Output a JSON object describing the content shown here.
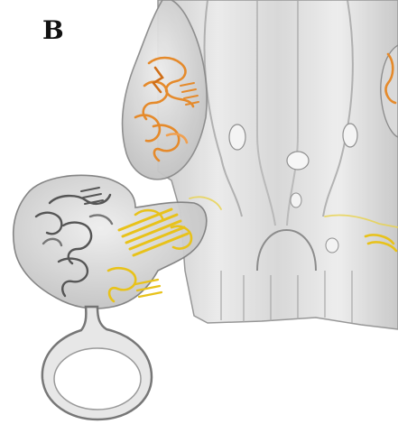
{
  "panel": {
    "label": "B"
  },
  "colors": {
    "background": "#ffffff",
    "density_fill": "#cfcfcf",
    "density_edge": "#8c8c8c",
    "orange_subunit": "#e58a2b",
    "yellow_subunit": "#e8c21a",
    "gray_subunit": "#555555"
  },
  "subjects": [
    "density-map",
    "orange-protein-ribbon",
    "yellow-protein-ribbon",
    "gray-protein-ribbon"
  ]
}
